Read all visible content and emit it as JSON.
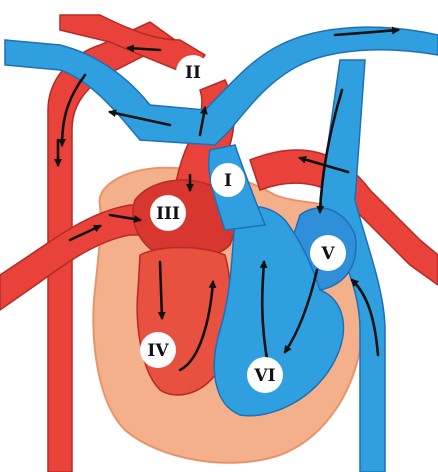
{
  "colors": {
    "oxygenated": "#e8423a",
    "oxygenated_dark": "#b82a25",
    "deoxygenated": "#2f9fe0",
    "deoxygenated_dark": "#1f6fb8",
    "heart_tissue": "#f4b08a",
    "label_fill": "#ffffff",
    "arrow": "#111111"
  },
  "labels": {
    "I": "I",
    "II": "II",
    "III": "III",
    "IV": "IV",
    "V": "V",
    "VI": "VI"
  },
  "icons": [
    "arrow-icon"
  ]
}
